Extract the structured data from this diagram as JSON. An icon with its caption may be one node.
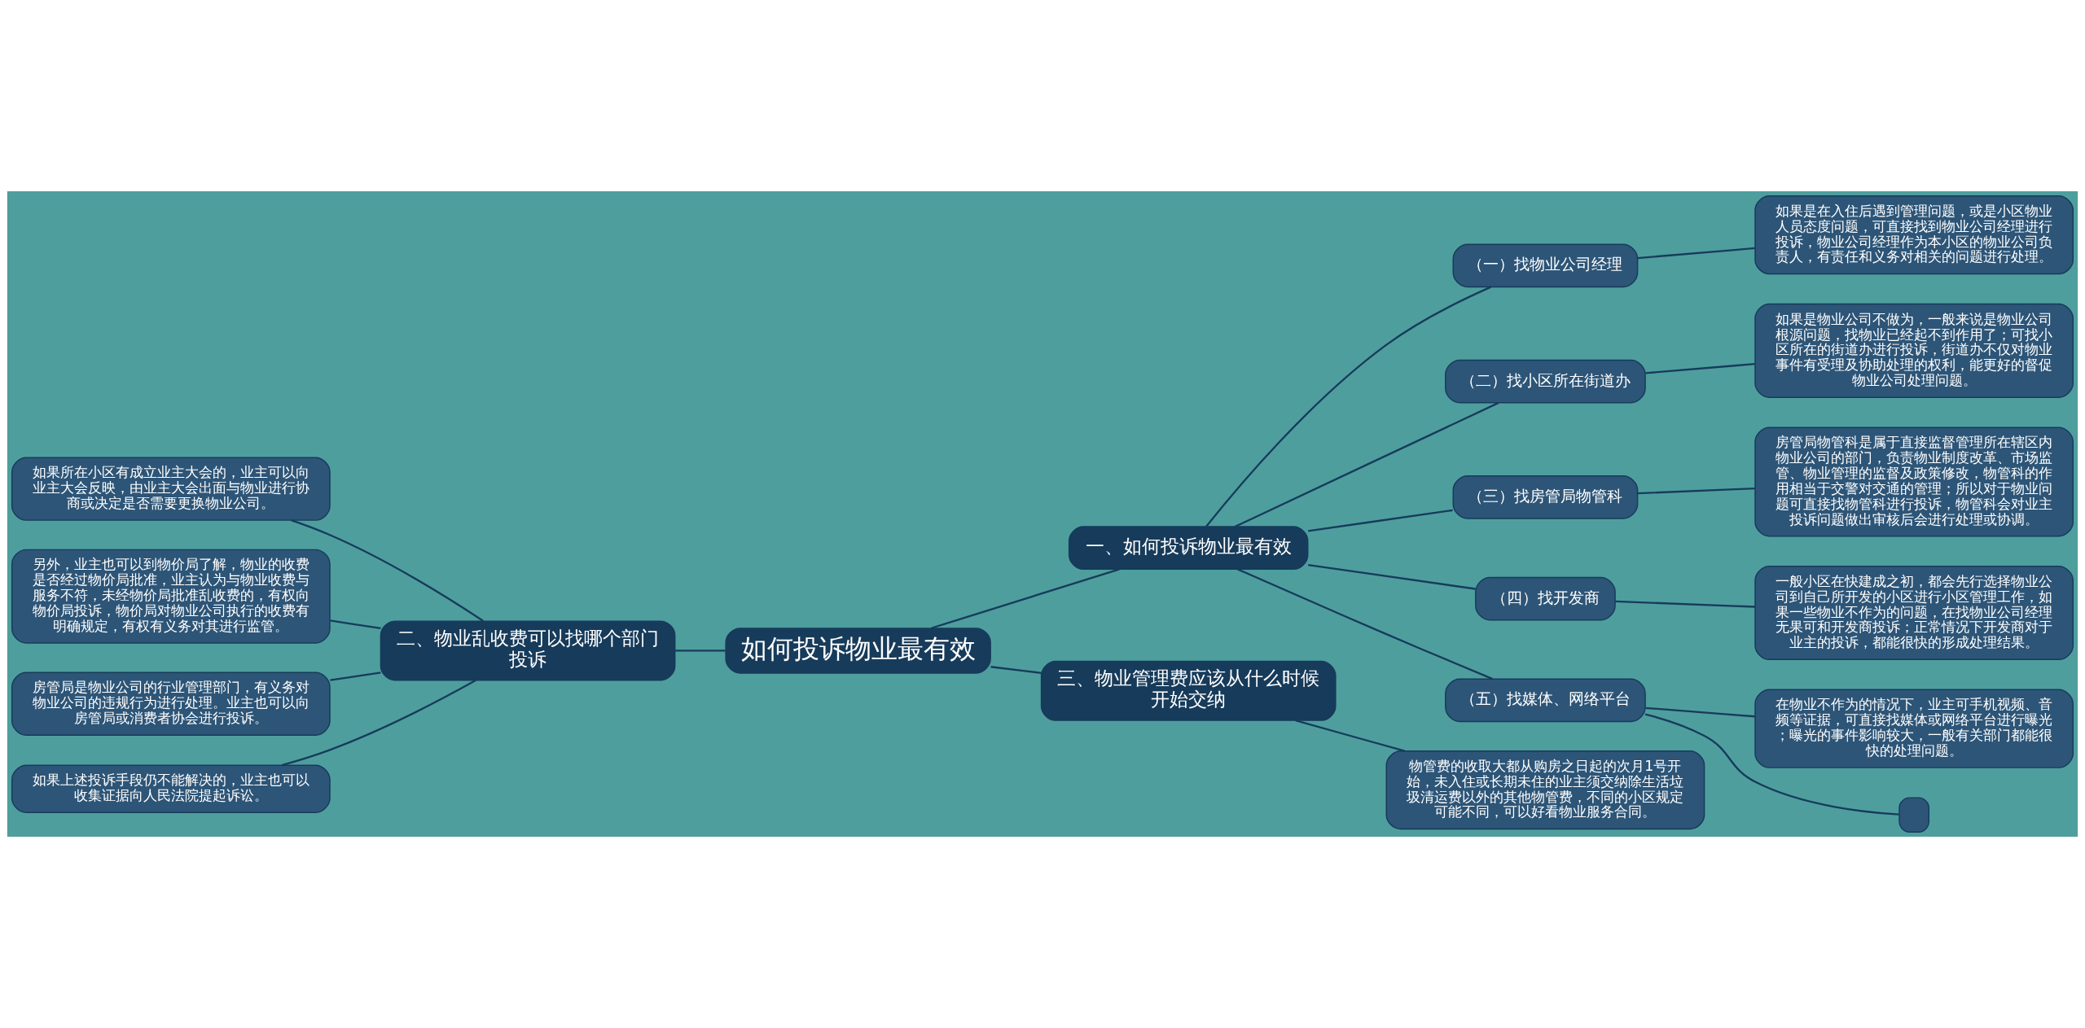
{
  "diagram": {
    "nodes": [
      {
        "text": [
          "如何投诉物业最有效"
        ]
      },
      {
        "text": [
          "一、如何投诉物业最有效"
        ]
      },
      {
        "text": [
          "（一）找物业公司经理"
        ]
      },
      {
        "text": [
          "如果是在入住后遇到管理问题，或是小区物业人员态度问题，可直接找到物业公司经理进行投诉，物业公司经理作为本小区的物业公司负责人，有责任和义务对相关的问题进行处理。"
        ]
      },
      {
        "text": [
          "（二）找小区所在街道办"
        ]
      },
      {
        "text": [
          "如果是物业公司不做为，一般来说是物业公司根源问题，找物业已经起不到作用了；可找小区所在的街道办进行投诉，街道办不仅对物业事件有受理及协助处理的权利，能更好的督促物业公司处理问题。"
        ]
      },
      {
        "text": [
          "（三）找房管局物管科"
        ]
      },
      {
        "text": [
          "房管局物管科是属于直接监督管理所在辖区内物业公司的部门，负责物业制度改革、市场监管、物业管理的监督及政策修改，物管科的作用相当于交警对交通的管理；所以对于物业问题可直接找物管科进行投诉，物管科会对业主投诉问题做出审核后会进行处理或协调。"
        ]
      },
      {
        "text": [
          "（四）找开发商"
        ]
      },
      {
        "text": [
          "一般小区在快建成之初，都会先行选择物业公司到自己所开发的小区进行小区管理工作，如果一些物业不作为的问题，在找物业公司经理无果可和开发商投诉；正常情况下开发商对于业主的投诉，都能很快的形成处理结果。"
        ]
      },
      {
        "text": [
          "（五）找媒体、网络平台"
        ]
      },
      {
        "text": [
          "在物业不作为的情况下，业主可手机视频、音频等证据，可直接找媒体或网络平台进行曝光；曝光的事件影响较大，一般有关部门都能很快的处理问题。"
        ]
      },
      {
        "text": [],
        "shape": "box"
      },
      {
        "text": [
          "二、物业乱收费可以找哪个部门投诉"
        ]
      },
      {
        "text": [
          "如果所在小区有成立业主大会的，业主可以向业主大会反映，由业主大会出面与物业进行协商或决定是否需要更换物业公司。"
        ]
      },
      {
        "text": [
          "另外，业主也可以到物价局了解，物业的收费是否经过物价局批准，业主认为与物业收费与服务不符，未经物价局批准乱收费的，有权向物价局投诉，物价局对物业公司执行的收费有明确规定，有权有义务对其进行监管。"
        ]
      },
      {
        "text": [
          "房管局是物业公司的行业管理部门，有义务对物业公司的违规行为进行处理。业主也可以向房管局或消费者协会进行投诉。"
        ]
      },
      {
        "text": [
          "如果上述投诉手段仍不能解决的，业主也可以收集证据向人民法院提起诉讼。"
        ]
      },
      {
        "text": [
          "三、物业管理费应该从什么时候开始交纳"
        ]
      },
      {
        "text": [
          "物管费的收取大都从购房之日起的次月1号开始，未入住或长期未住的业主须交纳除生活垃圾清运费以外的其他物管费，不同的小区规定可能不同，可以好看物业服务合同。"
        ]
      }
    ],
    "edges": [
      {
        "from": 0,
        "to": 1,
        "arrow": "none"
      },
      {
        "from": 1,
        "to": 2,
        "arrow": "none"
      },
      {
        "from": 2,
        "to": 3,
        "arrow": "none"
      },
      {
        "from": 1,
        "to": 4,
        "arrow": "none"
      },
      {
        "from": 4,
        "to": 5,
        "arrow": "none"
      },
      {
        "from": 1,
        "to": 6,
        "arrow": "none"
      },
      {
        "from": 6,
        "to": 7,
        "arrow": "none"
      },
      {
        "from": 1,
        "to": 8,
        "arrow": "none"
      },
      {
        "from": 8,
        "to": 9,
        "arrow": "none"
      },
      {
        "from": 1,
        "to": 10,
        "arrow": "none"
      },
      {
        "from": 10,
        "to": 11,
        "arrow": "none"
      },
      {
        "from": 10,
        "to": 12,
        "arrow": "none"
      },
      {
        "from": 0,
        "to": 13,
        "arrow": "none"
      },
      {
        "from": 13,
        "to": 14,
        "arrow": "none"
      },
      {
        "from": 13,
        "to": 15,
        "arrow": "none"
      },
      {
        "from": 13,
        "to": 16,
        "arrow": "none"
      },
      {
        "from": 13,
        "to": 17,
        "arrow": "none"
      },
      {
        "from": 0,
        "to": 18,
        "arrow": "none"
      },
      {
        "from": 18,
        "to": 19,
        "arrow": "none"
      }
    ]
  }
}
